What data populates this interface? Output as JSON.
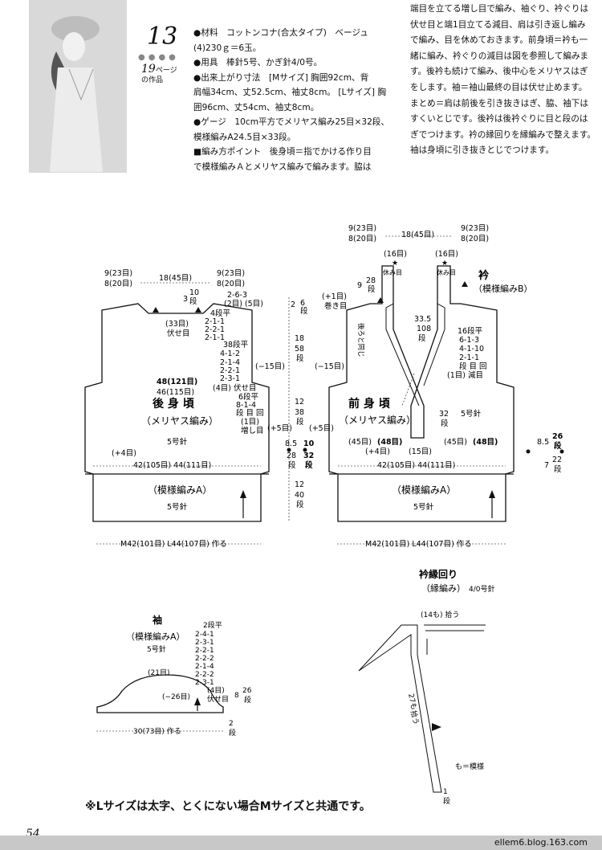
{
  "header": {
    "pattern_number": "13",
    "dots": "●●●●",
    "ref_page": "19",
    "ref_suffix": "ページ",
    "ref_line2": "の作品"
  },
  "instructions_col1": [
    "●材料　コットンコナ(合太タイプ)　ベージュ",
    "(4)230ｇ＝6玉。",
    "●用具　棒針5号、かぎ針4/0号。",
    "●出来上がり寸法　[Mサイズ] 胸囲92cm、背",
    "肩幅34cm、丈52.5cm、袖丈8cm。 [Lサイズ] 胸",
    "囲96cm、丈54cm、袖丈8cm。",
    "●ゲージ　10cm平方でメリヤス編み25目×32段、",
    "模様編みA24.5目×33段。",
    "■編み方ポイント　後身頃＝指でかける作り目",
    "で模様編みＡとメリヤス編みで編みます。脇は"
  ],
  "instructions_col2": [
    "端目を立てる増し目で編み、袖ぐり、衿ぐりは",
    "伏せ目と端1目立てる減目、肩は引き返し編み",
    "で編み、目を休めておきます。前身頃＝衿も一",
    "緒に編み、衿ぐりの減目は図を参照して編みま",
    "す。後衿も続けて編み、後中心をメリヤスはぎ",
    "をします。袖＝袖山最終の目は伏せ止めます。",
    "まとめ＝肩は前後を引き抜きはぎ、脇、袖下は",
    "すくいとじです。後衿は後衿ぐりに目と段のは",
    "ぎでつけます。衿の縁回りを縁編みで整えます。",
    "袖は身頃に引き抜きとじでつけます。"
  ],
  "back_body": {
    "title": "後 身 頃",
    "subtitle": "（メリヤス編み）",
    "needle": "5号針",
    "pattern_title": "（模様編みA）",
    "pattern_needle": "5号針",
    "top_left": "9(23目)",
    "top_left2": "8(20目)",
    "top_mid": "18(45目)",
    "top_right": "9(23目)",
    "top_right2": "8(20目)",
    "neck1": "3",
    "neck2": "10",
    "neck3": "段",
    "neck_dec": "(33目)",
    "neck_dec2": "伏せ目",
    "shoulder_rows": [
      "2-6-3",
      "(2目) (5目)",
      "4段平",
      "2-1-1",
      "2-2-1",
      "2-1-1"
    ],
    "armhole_rows": [
      "38段平",
      "4-1-2",
      "2-1-4",
      "2-2-1",
      "2-3-1",
      "(4目) 伏せ目"
    ],
    "armhole_minus": "(−15目)",
    "chest_m": "48(121目)",
    "chest_l": "46(115目)",
    "side_rows": [
      "6段平",
      "8-1-4",
      "段 目 回",
      "(1目)",
      "増し目"
    ],
    "plus5": "(+5目)",
    "plus4": "(+4目)",
    "bottom_count": "42(105目) 44(111目)",
    "cast_on": "M42(101目) L44(107目) 作る"
  },
  "vertical_dims": {
    "v1a": "2",
    "v1b": "6",
    "v1c": "段",
    "v2a": "18",
    "v2b": "58",
    "v2c": "段",
    "v3a": "12",
    "v3b": "38",
    "v3c": "段",
    "v4a": "8.5",
    "v4b": "10",
    "v4c": "28",
    "v4d": "32",
    "v4e": "段",
    "v4f": "段",
    "v5a": "12",
    "v5b": "40",
    "v5c": "段",
    "plus5": "(+5目)"
  },
  "front_body": {
    "title": "前 身 頃",
    "subtitle": "（メリヤス編み）",
    "needle": "5号針",
    "pattern_title": "（模様編みA）",
    "pattern_needle": "5号針",
    "top_left": "9(23目)",
    "top_left2": "8(20目)",
    "top_mid": "18(45目)",
    "top_right": "9(23目)",
    "top_right2": "8(20目)",
    "collar_l": "(16目)",
    "collar_r": "(16目)",
    "rest_l": "休み目",
    "rest_r": "休み目",
    "neck1": "9",
    "neck2": "28",
    "neck3": "段",
    "plus1": "(+1目)",
    "plus1b": "巻き目",
    "back_collar": "後ろと同じ",
    "collar_len": "33.5",
    "collar_rows": "108",
    "collar_rows2": "段",
    "minus15": "(−15目)",
    "collar_dec": [
      "16段平",
      "6-1-3",
      "4-1-10",
      "2-1-1",
      "段 目 回"
    ],
    "dec_note": "(1目) 減目",
    "center": "32",
    "center2": "段",
    "l45_1": "(45目)",
    "l48_1": "(48目)",
    "r45": "(45目)",
    "r48": "(48目)",
    "plus4": "(+4目)",
    "mid15": "(15目)",
    "bottom_count": "42(105目) 44(111目)",
    "cast_on": "M42(101目) L44(107目) 作る",
    "collar_label": "衿",
    "collar_sub": "（模様編みB）"
  },
  "right_dims": {
    "a": "8.5",
    "b": "26",
    "c": "段",
    "d": "7",
    "e": "22",
    "f": "段"
  },
  "edge": {
    "title": "衿縁回り",
    "subtitle": "（縁編み）",
    "hook": "4/0号針",
    "pick1": "(14も) 拾う",
    "pick2": "27も",
    "pick3": "拾う",
    "note": "も＝模様",
    "row": "1",
    "row2": "段"
  },
  "sleeve": {
    "title": "袖",
    "subtitle": "（模様編みA）",
    "needle": "5号針",
    "rows": [
      "2段平",
      "2-4-1",
      "2-3-1",
      "2-2-1",
      "2-2-2",
      "2-1-4",
      "2-2-2",
      "2-3-1",
      "(4目)",
      "伏せ目"
    ],
    "top": "(21目)",
    "minus26": "(−26目)",
    "h1": "8",
    "h2": "26",
    "h3": "段",
    "h4": "2",
    "h5": "段",
    "width": "30(73目) 作る"
  },
  "footer": {
    "note": "※Lサイズは太字、とくにない場合Mサイズと共通です。",
    "page": "54",
    "url": "ellem6.blog.163.com"
  }
}
